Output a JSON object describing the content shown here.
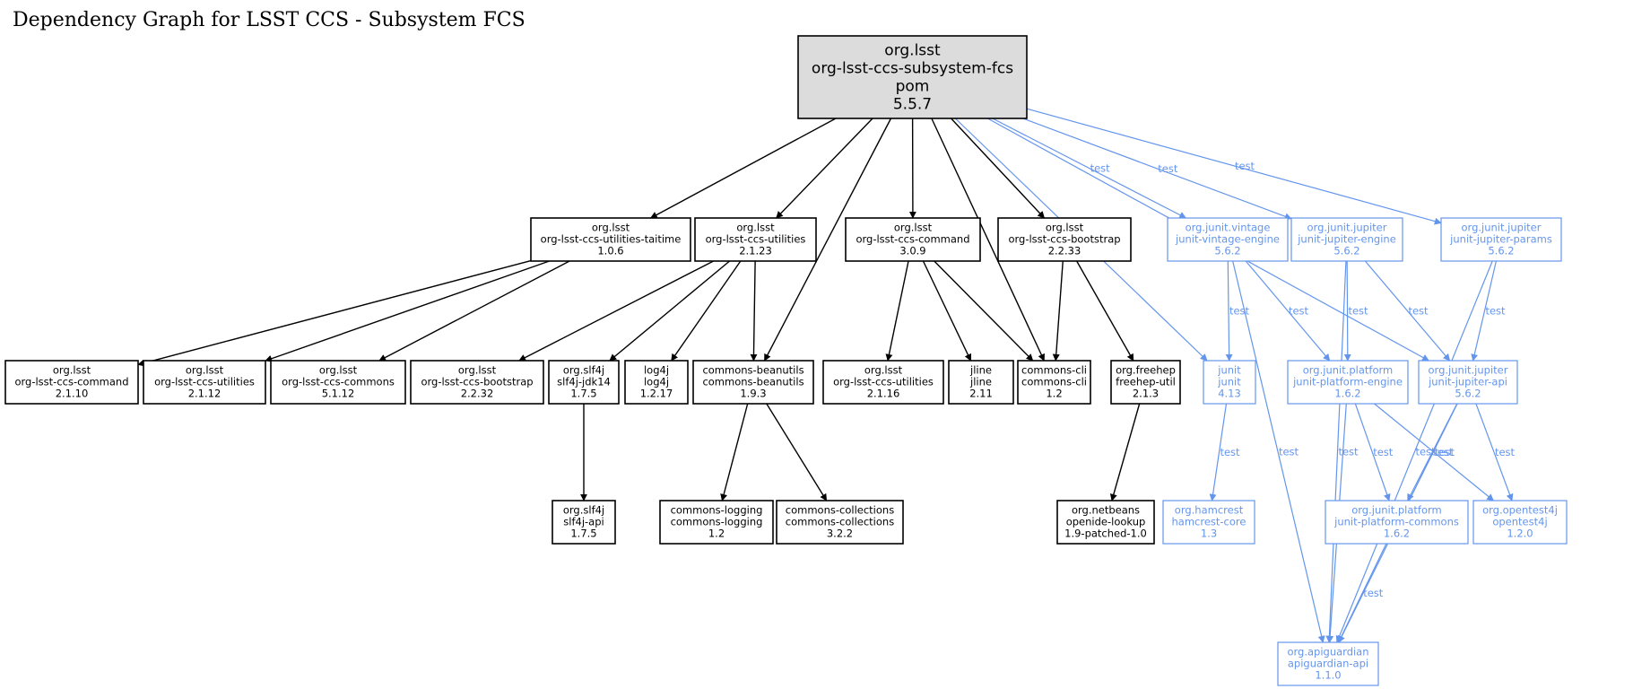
{
  "title": "Dependency Graph for LSST CCS - Subsystem FCS",
  "colors": {
    "compile": "#000000",
    "test": "#6495ED",
    "root_fill": "#DCDCDC"
  },
  "edge_label_test": "test",
  "nodes": [
    {
      "id": "root",
      "lines": [
        "org.lsst",
        "org-lsst-ccs-subsystem-fcs",
        "pom",
        "5.5.7"
      ],
      "kind": "root"
    },
    {
      "id": "taitime",
      "lines": [
        "org.lsst",
        "org-lsst-ccs-utilities-taitime",
        "1.0.6"
      ],
      "kind": "compile"
    },
    {
      "id": "util2123",
      "lines": [
        "org.lsst",
        "org-lsst-ccs-utilities",
        "2.1.23"
      ],
      "kind": "compile"
    },
    {
      "id": "cmd309",
      "lines": [
        "org.lsst",
        "org-lsst-ccs-command",
        "3.0.9"
      ],
      "kind": "compile"
    },
    {
      "id": "boot2233",
      "lines": [
        "org.lsst",
        "org-lsst-ccs-bootstrap",
        "2.2.33"
      ],
      "kind": "compile"
    },
    {
      "id": "vintage",
      "lines": [
        "org.junit.vintage",
        "junit-vintage-engine",
        "5.6.2"
      ],
      "kind": "test"
    },
    {
      "id": "jupengine",
      "lines": [
        "org.junit.jupiter",
        "junit-jupiter-engine",
        "5.6.2"
      ],
      "kind": "test"
    },
    {
      "id": "jupparams",
      "lines": [
        "org.junit.jupiter",
        "junit-jupiter-params",
        "5.6.2"
      ],
      "kind": "test"
    },
    {
      "id": "cmd2110",
      "lines": [
        "org.lsst",
        "org-lsst-ccs-command",
        "2.1.10"
      ],
      "kind": "compile"
    },
    {
      "id": "util2112",
      "lines": [
        "org.lsst",
        "org-lsst-ccs-utilities",
        "2.1.12"
      ],
      "kind": "compile"
    },
    {
      "id": "commons5112",
      "lines": [
        "org.lsst",
        "org-lsst-ccs-commons",
        "5.1.12"
      ],
      "kind": "compile"
    },
    {
      "id": "boot2232",
      "lines": [
        "org.lsst",
        "org-lsst-ccs-bootstrap",
        "2.2.32"
      ],
      "kind": "compile"
    },
    {
      "id": "slf4jjdk",
      "lines": [
        "org.slf4j",
        "slf4j-jdk14",
        "1.7.5"
      ],
      "kind": "compile"
    },
    {
      "id": "log4j",
      "lines": [
        "log4j",
        "log4j",
        "1.2.17"
      ],
      "kind": "compile"
    },
    {
      "id": "beanutils",
      "lines": [
        "commons-beanutils",
        "commons-beanutils",
        "1.9.3"
      ],
      "kind": "compile"
    },
    {
      "id": "util2116",
      "lines": [
        "org.lsst",
        "org-lsst-ccs-utilities",
        "2.1.16"
      ],
      "kind": "compile"
    },
    {
      "id": "jline",
      "lines": [
        "jline",
        "jline",
        "2.11"
      ],
      "kind": "compile"
    },
    {
      "id": "cli",
      "lines": [
        "commons-cli",
        "commons-cli",
        "1.2"
      ],
      "kind": "compile"
    },
    {
      "id": "freehep",
      "lines": [
        "org.freehep",
        "freehep-util",
        "2.1.3"
      ],
      "kind": "compile"
    },
    {
      "id": "junit",
      "lines": [
        "junit",
        "junit",
        "4.13"
      ],
      "kind": "test"
    },
    {
      "id": "platengine",
      "lines": [
        "org.junit.platform",
        "junit-platform-engine",
        "1.6.2"
      ],
      "kind": "test"
    },
    {
      "id": "jupapi",
      "lines": [
        "org.junit.jupiter",
        "junit-jupiter-api",
        "5.6.2"
      ],
      "kind": "test"
    },
    {
      "id": "slf4japi",
      "lines": [
        "org.slf4j",
        "slf4j-api",
        "1.7.5"
      ],
      "kind": "compile"
    },
    {
      "id": "logging",
      "lines": [
        "commons-logging",
        "commons-logging",
        "1.2"
      ],
      "kind": "compile"
    },
    {
      "id": "collections",
      "lines": [
        "commons-collections",
        "commons-collections",
        "3.2.2"
      ],
      "kind": "compile"
    },
    {
      "id": "openide",
      "lines": [
        "org.netbeans",
        "openide-lookup",
        "1.9-patched-1.0"
      ],
      "kind": "compile"
    },
    {
      "id": "hamcrest",
      "lines": [
        "org.hamcrest",
        "hamcrest-core",
        "1.3"
      ],
      "kind": "test"
    },
    {
      "id": "platcommons",
      "lines": [
        "org.junit.platform",
        "junit-platform-commons",
        "1.6.2"
      ],
      "kind": "test"
    },
    {
      "id": "opentest4j",
      "lines": [
        "org.opentest4j",
        "opentest4j",
        "1.2.0"
      ],
      "kind": "test"
    },
    {
      "id": "apiguardian",
      "lines": [
        "org.apiguardian",
        "apiguardian-api",
        "1.1.0"
      ],
      "kind": "test"
    }
  ],
  "edges": [
    {
      "from": "root",
      "to": "taitime",
      "test": false
    },
    {
      "from": "root",
      "to": "util2123",
      "test": false
    },
    {
      "from": "root",
      "to": "beanutils",
      "test": false
    },
    {
      "from": "root",
      "to": "cmd309",
      "test": false
    },
    {
      "from": "root",
      "to": "cli",
      "test": false
    },
    {
      "from": "root",
      "to": "boot2233",
      "test": false
    },
    {
      "from": "root",
      "to": "junit",
      "test": true
    },
    {
      "from": "root",
      "to": "vintage",
      "test": true
    },
    {
      "from": "root",
      "to": "jupengine",
      "test": true
    },
    {
      "from": "root",
      "to": "jupapi",
      "test": true
    },
    {
      "from": "root",
      "to": "jupparams",
      "test": true
    },
    {
      "from": "taitime",
      "to": "cmd2110",
      "test": false
    },
    {
      "from": "taitime",
      "to": "util2112",
      "test": false
    },
    {
      "from": "taitime",
      "to": "commons5112",
      "test": false
    },
    {
      "from": "util2123",
      "to": "boot2232",
      "test": false
    },
    {
      "from": "util2123",
      "to": "slf4jjdk",
      "test": false
    },
    {
      "from": "util2123",
      "to": "log4j",
      "test": false
    },
    {
      "from": "util2123",
      "to": "beanutils",
      "test": false
    },
    {
      "from": "cmd309",
      "to": "util2116",
      "test": false
    },
    {
      "from": "cmd309",
      "to": "jline",
      "test": false
    },
    {
      "from": "cmd309",
      "to": "cli",
      "test": false
    },
    {
      "from": "boot2233",
      "to": "cli",
      "test": false
    },
    {
      "from": "boot2233",
      "to": "freehep",
      "test": false
    },
    {
      "from": "slf4jjdk",
      "to": "slf4japi",
      "test": false
    },
    {
      "from": "beanutils",
      "to": "logging",
      "test": false
    },
    {
      "from": "beanutils",
      "to": "collections",
      "test": false
    },
    {
      "from": "freehep",
      "to": "openide",
      "test": false
    },
    {
      "from": "vintage",
      "to": "junit",
      "test": true
    },
    {
      "from": "vintage",
      "to": "platengine",
      "test": true
    },
    {
      "from": "vintage",
      "to": "apiguardian",
      "test": true
    },
    {
      "from": "jupengine",
      "to": "platengine",
      "test": true
    },
    {
      "from": "jupengine",
      "to": "jupapi",
      "test": true
    },
    {
      "from": "jupengine",
      "to": "apiguardian",
      "test": true
    },
    {
      "from": "jupparams",
      "to": "jupapi",
      "test": true
    },
    {
      "from": "jupparams",
      "to": "apiguardian",
      "test": true
    },
    {
      "from": "junit",
      "to": "hamcrest",
      "test": true
    },
    {
      "from": "platengine",
      "to": "platcommons",
      "test": true
    },
    {
      "from": "platengine",
      "to": "opentest4j",
      "test": true
    },
    {
      "from": "platengine",
      "to": "apiguardian",
      "test": true
    },
    {
      "from": "jupapi",
      "to": "platcommons",
      "test": true
    },
    {
      "from": "jupapi",
      "to": "opentest4j",
      "test": true
    },
    {
      "from": "jupapi",
      "to": "apiguardian",
      "test": true
    },
    {
      "from": "platcommons",
      "to": "apiguardian",
      "test": true
    }
  ]
}
